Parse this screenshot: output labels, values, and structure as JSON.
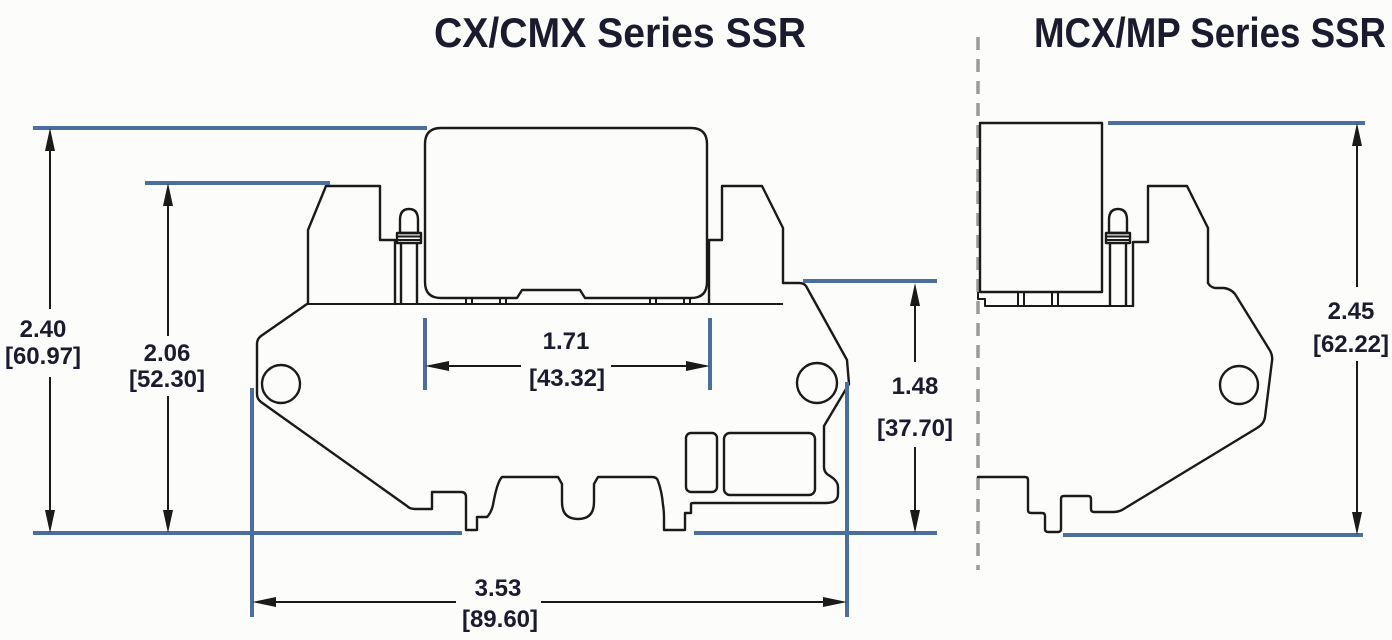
{
  "colors": {
    "background": "#fcfcfa",
    "line_black": "#1a1a1a",
    "dimension_blue": "#4a6f9e",
    "centerline_gray": "#9a9a9a",
    "text_dark": "#1b1b30"
  },
  "titles": {
    "left": "CX/CMX Series SSR",
    "right": "MCX/MP Series SSR"
  },
  "left_view": {
    "dims": {
      "overall_height": {
        "in": "2.40",
        "mm": "[60.97]"
      },
      "clamp_height": {
        "in": "2.06",
        "mm": "[52.30]"
      },
      "relay_width": {
        "in": "1.71",
        "mm": "[43.32]"
      },
      "base_height": {
        "in": "1.48",
        "mm": "[37.70]"
      },
      "overall_width": {
        "in": "3.53",
        "mm": "[89.60]"
      }
    }
  },
  "right_view": {
    "dims": {
      "overall_height": {
        "in": "2.45",
        "mm": "[62.22]"
      }
    }
  }
}
